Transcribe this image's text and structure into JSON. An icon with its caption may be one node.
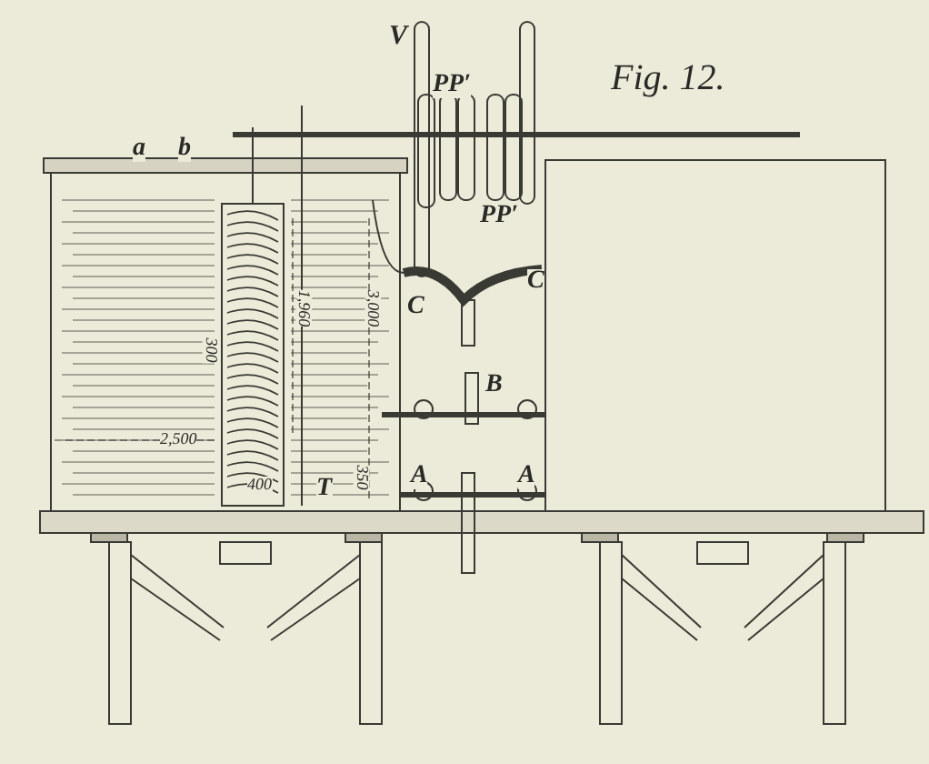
{
  "diagram": {
    "title": "Fig. 12.",
    "labels": [
      "V",
      "PP′",
      "a",
      "b",
      "PP′",
      "C",
      "C",
      "1,960",
      "3,000",
      "300",
      "B",
      "2,500",
      "A",
      "A",
      "400",
      "T",
      "350"
    ]
  }
}
